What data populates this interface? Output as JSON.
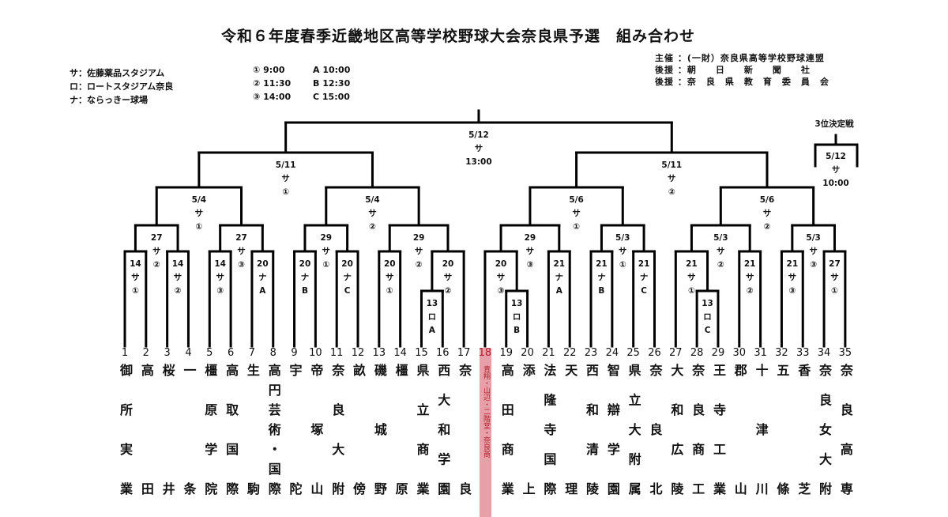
{
  "title": "令和６年度春季近畿地区高等学校野球大会奈良県予選　組み合わせ",
  "venues": [
    "サ：佐藤薬品スタジアム",
    "ロ：ロートスタジアム奈良",
    "ナ：ならっきー球場"
  ],
  "times_numbered": [
    "① 9:00",
    "② 11:30",
    "③ 14:00"
  ],
  "times_lettered": [
    "A 10:00",
    "B 12:30",
    "C 15:00"
  ],
  "organizers": [
    "主催 ：(一財）奈良県高等学校野球連盟",
    "後援 ：朝　　日　　新　　聞　　社",
    "後援 ：奈　良　県　教　育　委　員　会"
  ],
  "third_place": {
    "title": "3位決定戦",
    "label": [
      "5/12",
      "サ",
      "10:00"
    ]
  },
  "colors": {
    "line": "#000000",
    "combined_team_bg": "#e8a0a8",
    "combined_team_text": "#b0202c"
  },
  "teams": [
    {
      "no": "1",
      "name": "御所実業"
    },
    {
      "no": "2",
      "name": "高田"
    },
    {
      "no": "3",
      "name": "桜井"
    },
    {
      "no": "4",
      "name": "一条"
    },
    {
      "no": "5",
      "name": "橿原学院"
    },
    {
      "no": "6",
      "name": "高取国際"
    },
    {
      "no": "7",
      "name": "生駒"
    },
    {
      "no": "8",
      "name": "高円芸術・国際"
    },
    {
      "no": "9",
      "name": "宇陀"
    },
    {
      "no": "10",
      "name": "帝塚山"
    },
    {
      "no": "11",
      "name": "奈良大附"
    },
    {
      "no": "12",
      "name": "畝傍"
    },
    {
      "no": "13",
      "name": "磯城野"
    },
    {
      "no": "14",
      "name": "橿原"
    },
    {
      "no": "15",
      "name": "県立商業"
    },
    {
      "no": "16",
      "name": "西大和学園"
    },
    {
      "no": "17",
      "name": "奈良"
    },
    {
      "no": "18",
      "name": "青翔・山辺・二階堂・奈良商"
    },
    {
      "no": "19",
      "name": "高田商業"
    },
    {
      "no": "20",
      "name": "添上"
    },
    {
      "no": "21",
      "name": "法隆寺国際"
    },
    {
      "no": "22",
      "name": "天理"
    },
    {
      "no": "23",
      "name": "西和清陵"
    },
    {
      "no": "24",
      "name": "智辯学園"
    },
    {
      "no": "25",
      "name": "県立大附属"
    },
    {
      "no": "26",
      "name": "奈良北"
    },
    {
      "no": "27",
      "name": "大和広陵"
    },
    {
      "no": "28",
      "name": "奈良商工"
    },
    {
      "no": "29",
      "name": "王寺工業"
    },
    {
      "no": "30",
      "name": "郡山"
    },
    {
      "no": "31",
      "name": "十津川"
    },
    {
      "no": "32",
      "name": "五條"
    },
    {
      "no": "33",
      "name": "香芝"
    },
    {
      "no": "34",
      "name": "奈良女大附"
    },
    {
      "no": "35",
      "name": "奈良高専"
    }
  ],
  "matches": {
    "m1": {
      "children": [
        "t1",
        "t2"
      ],
      "label": [
        "14",
        "サ",
        "①"
      ]
    },
    "m2": {
      "children": [
        "t3",
        "t4"
      ],
      "label": [
        "14",
        "サ",
        "②"
      ]
    },
    "m3": {
      "children": [
        "m1",
        "m2"
      ],
      "label": [
        "27",
        "サ",
        "②"
      ]
    },
    "m4": {
      "children": [
        "t5",
        "t6"
      ],
      "label": [
        "14",
        "サ",
        "③"
      ]
    },
    "m5": {
      "children": [
        "t7",
        "t8"
      ],
      "label": [
        "20",
        "ナ",
        "A"
      ]
    },
    "m6": {
      "children": [
        "m4",
        "m5"
      ],
      "label": [
        "27",
        "サ",
        "③"
      ]
    },
    "m7": {
      "children": [
        "m3",
        "m6"
      ],
      "label": [
        "5/4",
        "サ",
        "①"
      ]
    },
    "m8": {
      "children": [
        "t9",
        "t10"
      ],
      "label": [
        "20",
        "ナ",
        "B"
      ]
    },
    "m9": {
      "children": [
        "t11",
        "t12"
      ],
      "label": [
        "20",
        "ナ",
        "C"
      ]
    },
    "m10": {
      "children": [
        "m8",
        "m9"
      ],
      "label": [
        "29",
        "サ",
        "①"
      ]
    },
    "m11": {
      "children": [
        "t13",
        "t14"
      ],
      "label": [
        "20",
        "サ",
        "①"
      ]
    },
    "m12": {
      "children": [
        "t15",
        "t16"
      ],
      "label": [
        "13",
        "ロ",
        "A"
      ]
    },
    "m13": {
      "children": [
        "m12",
        "t17"
      ],
      "label": [
        "20",
        "サ",
        "②"
      ]
    },
    "m14": {
      "children": [
        "m11",
        "m13"
      ],
      "label": [
        "29",
        "サ",
        "②"
      ]
    },
    "m15": {
      "children": [
        "m10",
        "m14"
      ],
      "label": [
        "5/4",
        "サ",
        "②"
      ]
    },
    "m16": {
      "children": [
        "m7",
        "m15"
      ],
      "label": [
        "5/11",
        "サ",
        "①"
      ]
    },
    "m17": {
      "children": [
        "t19",
        "t20"
      ],
      "label": [
        "13",
        "ロ",
        "B"
      ]
    },
    "m18": {
      "children": [
        "t18",
        "m17"
      ],
      "label": [
        "20",
        "サ",
        "③"
      ]
    },
    "m19": {
      "children": [
        "t21",
        "t22"
      ],
      "label": [
        "21",
        "ナ",
        "A"
      ]
    },
    "m20": {
      "children": [
        "m18",
        "m19"
      ],
      "label": [
        "29",
        "サ",
        "③"
      ]
    },
    "m21": {
      "children": [
        "t23",
        "t24"
      ],
      "label": [
        "21",
        "ナ",
        "B"
      ]
    },
    "m22": {
      "children": [
        "t25",
        "t26"
      ],
      "label": [
        "21",
        "ナ",
        "C"
      ]
    },
    "m23": {
      "children": [
        "m21",
        "m22"
      ],
      "label": [
        "5/3",
        "サ",
        "①"
      ]
    },
    "m24": {
      "children": [
        "m20",
        "m23"
      ],
      "label": [
        "5/6",
        "サ",
        "①"
      ]
    },
    "m25": {
      "children": [
        "t28",
        "t29"
      ],
      "label": [
        "13",
        "ロ",
        "C"
      ]
    },
    "m26": {
      "children": [
        "t27",
        "m25"
      ],
      "label": [
        "21",
        "サ",
        "①"
      ]
    },
    "m27": {
      "children": [
        "t30",
        "t31"
      ],
      "label": [
        "21",
        "サ",
        "②"
      ]
    },
    "m28": {
      "children": [
        "m26",
        "m27"
      ],
      "label": [
        "5/3",
        "サ",
        "②"
      ]
    },
    "m29": {
      "children": [
        "t32",
        "t33"
      ],
      "label": [
        "21",
        "サ",
        "③"
      ]
    },
    "m30": {
      "children": [
        "t34",
        "t35"
      ],
      "label": [
        "27",
        "サ",
        "①"
      ]
    },
    "m31": {
      "children": [
        "m29",
        "m30"
      ],
      "label": [
        "5/3",
        "サ",
        "③"
      ]
    },
    "m32": {
      "children": [
        "m28",
        "m31"
      ],
      "label": [
        "5/6",
        "サ",
        "②"
      ]
    },
    "m33": {
      "children": [
        "m24",
        "m32"
      ],
      "label": [
        "5/11",
        "サ",
        "②"
      ]
    },
    "m34": {
      "children": [
        "m16",
        "m33"
      ],
      "label": [
        "5/12",
        "サ",
        "13:00"
      ]
    }
  }
}
